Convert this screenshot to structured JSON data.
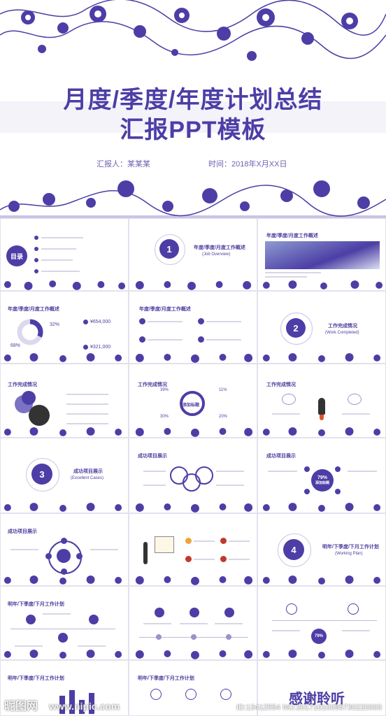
{
  "cover": {
    "title_line1": "月度/季度/年度计划总结",
    "title_line2": "汇报PPT模板",
    "reporter": "汇报人：某某某",
    "time": "时间：2018年X月XX日"
  },
  "slides": {
    "toc": {
      "title": "目录",
      "subtitle": "CONTENTS"
    },
    "s1": {
      "num": "1",
      "title": "年度/季度/月度工作概述",
      "sub": "(Job Overview)"
    },
    "s1b": {
      "title": "年度/季度/月度工作概述"
    },
    "s2a": {
      "title": "年度/季度/月度工作概述",
      "pct1": "32%",
      "pct2": "68%",
      "money1": "¥654,000",
      "money2": "¥321,000"
    },
    "s2b": {
      "title": "年度/季度/月度工作概述"
    },
    "s2": {
      "num": "2",
      "title": "工作完成情况",
      "sub": "(Work Completed)"
    },
    "s3a": {
      "title": "工作完成情况"
    },
    "s3b": {
      "title": "工作完成情况",
      "center": "添加标题",
      "p1": "39%",
      "p2": "11%",
      "p3": "30%",
      "p4": "20%"
    },
    "s3c": {
      "title": "工作完成情况"
    },
    "s3": {
      "num": "3",
      "title": "成功项目展示",
      "sub": "(Excellent Cases)"
    },
    "s4a": {
      "title": "成功项目展示"
    },
    "s4b": {
      "title": "成功项目展示",
      "pct": "79%",
      "label": "添加标题"
    },
    "s5a": {
      "title": "成功项目展示"
    },
    "s5b": {
      "title": ""
    },
    "s4": {
      "num": "4",
      "title": "明年/下季度/下月工作计划",
      "sub": "(Working Plan)"
    },
    "s6a": {
      "title": "明年/下季度/下月工作计划"
    },
    "s6c": {
      "pct": "79%"
    },
    "s7a": {
      "title": "明年/下季度/下月工作计划"
    },
    "s7b": {
      "title": "明年/下季度/下月工作计划"
    },
    "s7c": {
      "thanks": "感谢聆听"
    }
  },
  "watermark": {
    "logo": "昵图网",
    "url": "www.nipic.com",
    "id": "ID:13412554 NO:20171010095730220000"
  },
  "colors": {
    "accent": "#4c3ea6",
    "band": "#ebe9f6"
  }
}
